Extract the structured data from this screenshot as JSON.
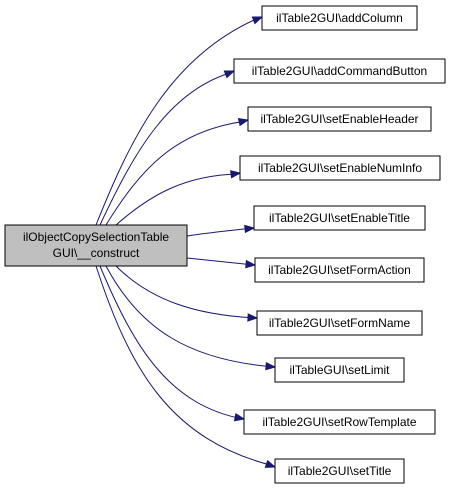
{
  "colors": {
    "edge": "#191970",
    "source_fill": "#bfbfbf",
    "target_fill": "#ffffff",
    "border": "#000000"
  },
  "graph": {
    "source": {
      "line1": "ilObjectCopySelectionTable",
      "line2": "GUI\\__construct"
    },
    "targets": [
      {
        "label": "ilTable2GUI\\addColumn"
      },
      {
        "label": "ilTable2GUI\\addCommandButton"
      },
      {
        "label": "ilTable2GUI\\setEnableHeader"
      },
      {
        "label": "ilTable2GUI\\setEnableNumInfo"
      },
      {
        "label": "ilTable2GUI\\setEnableTitle"
      },
      {
        "label": "ilTable2GUI\\setFormAction"
      },
      {
        "label": "ilTable2GUI\\setFormName"
      },
      {
        "label": "ilTableGUI\\setLimit"
      },
      {
        "label": "ilTable2GUI\\setRowTemplate"
      },
      {
        "label": "ilTable2GUI\\setTitle"
      }
    ]
  }
}
